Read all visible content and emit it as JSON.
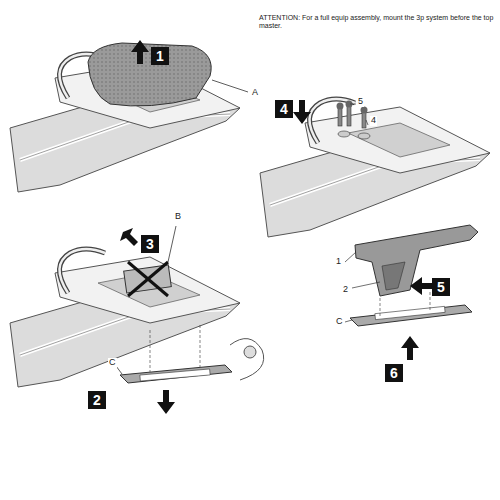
{
  "diagram": {
    "nodes": [
      {
        "text": [
          "1"
        ]
      },
      {
        "text": [
          "4"
        ]
      },
      {
        "text": [
          "3"
        ]
      },
      {
        "text": [
          "5"
        ]
      },
      {
        "text": [
          "6"
        ]
      },
      {
        "text": [
          "2"
        ]
      }
    ],
    "labels": [
      "ATTENTION: For a full equip assembly, mount the 3p system before the top master.",
      "A",
      "5",
      "4",
      "B",
      "1",
      "2",
      "C",
      "C"
    ]
  }
}
